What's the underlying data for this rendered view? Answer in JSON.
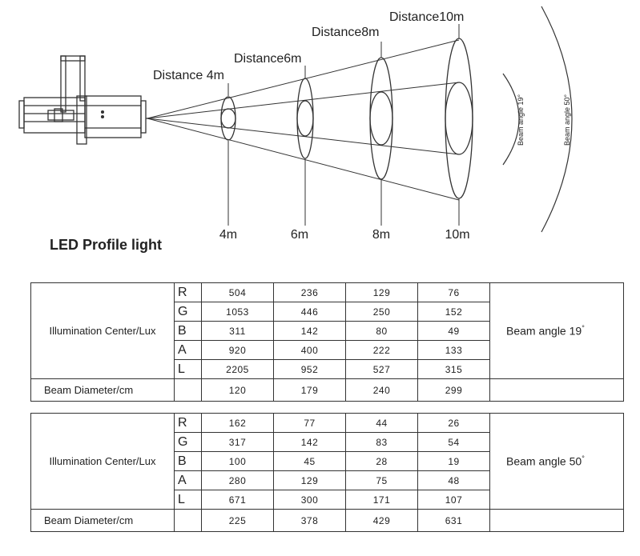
{
  "diagram": {
    "distance_labels": [
      "Distance 4m",
      "Distance6m",
      "Distance8m",
      "Distance10m"
    ],
    "axis_labels": [
      "4m",
      "6m",
      "8m",
      "10m"
    ],
    "beam_labels": [
      "Beam angle 19°",
      "Beam angle 50°"
    ]
  },
  "title": "LED Profile light",
  "tables": [
    {
      "row_label": "Illumination Center/Lux",
      "channels": [
        "R",
        "G",
        "B",
        "A",
        "L"
      ],
      "rows": [
        [
          "504",
          "236",
          "129",
          "76"
        ],
        [
          "1053",
          "446",
          "250",
          "152"
        ],
        [
          "311",
          "142",
          "80",
          "49"
        ],
        [
          "920",
          "400",
          "222",
          "133"
        ],
        [
          "2205",
          "952",
          "527",
          "315"
        ]
      ],
      "beam_text": "Beam angle 19",
      "beam_degree": "°",
      "diameter_label": "Beam Diameter/cm",
      "diameters": [
        "120",
        "179",
        "240",
        "299"
      ]
    },
    {
      "row_label": "Illumination Center/Lux",
      "channels": [
        "R",
        "G",
        "B",
        "A",
        "L"
      ],
      "rows": [
        [
          "162",
          "77",
          "44",
          "26"
        ],
        [
          "317",
          "142",
          "83",
          "54"
        ],
        [
          "100",
          "45",
          "28",
          "19"
        ],
        [
          "280",
          "129",
          "75",
          "48"
        ],
        [
          "671",
          "300",
          "171",
          "107"
        ]
      ],
      "beam_text": "Beam angle 50",
      "beam_degree": "°",
      "diameter_label": "Beam Diameter/cm",
      "diameters": [
        "225",
        "378",
        "429",
        "631"
      ]
    }
  ]
}
